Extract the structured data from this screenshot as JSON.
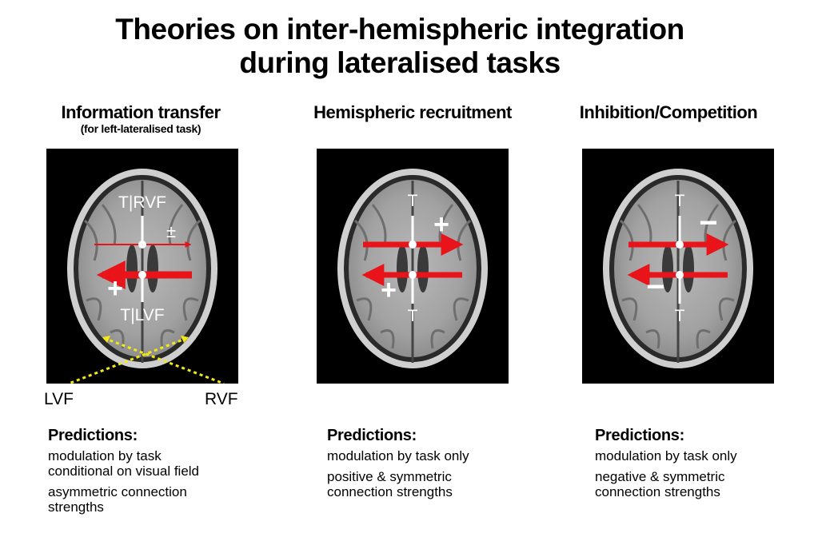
{
  "title": {
    "line1": "Theories on inter-hemispheric integration",
    "line2": "during lateralised tasks"
  },
  "panels": [
    {
      "heading": "Information transfer",
      "subheading": "(for left-lateralised task)",
      "top_label": "T|RVF",
      "bottom_label": "T|LVF",
      "top_arrow_sign": "±",
      "bottom_arrow_sign": "+",
      "field_labels": {
        "left": "LVF",
        "right": "RVF"
      },
      "predictions": {
        "heading": "Predictions:",
        "lines": [
          "modulation by task\nconditional on visual field",
          "asymmetric connection\nstrengths"
        ]
      }
    },
    {
      "heading": "Hemispheric recruitment",
      "top_label": "T",
      "bottom_label": "T",
      "top_arrow_sign": "+",
      "bottom_arrow_sign": "+",
      "predictions": {
        "heading": "Predictions:",
        "lines": [
          "modulation by task only",
          "positive & symmetric\nconnection strengths"
        ]
      }
    },
    {
      "heading": "Inhibition/Competition",
      "top_label": "T",
      "bottom_label": "T",
      "top_arrow_sign": "−",
      "bottom_arrow_sign": "−",
      "predictions": {
        "heading": "Predictions:",
        "lines": [
          "modulation by task only",
          "negative & symmetric\nconnection strengths"
        ]
      }
    }
  ],
  "colors": {
    "arrow": "#e8141a",
    "visual_field_line": "#f2ea12",
    "marker": "#ffffff",
    "panel_background": "#000000"
  },
  "icons": {
    "brain_scan": "axial-brain-mri"
  }
}
